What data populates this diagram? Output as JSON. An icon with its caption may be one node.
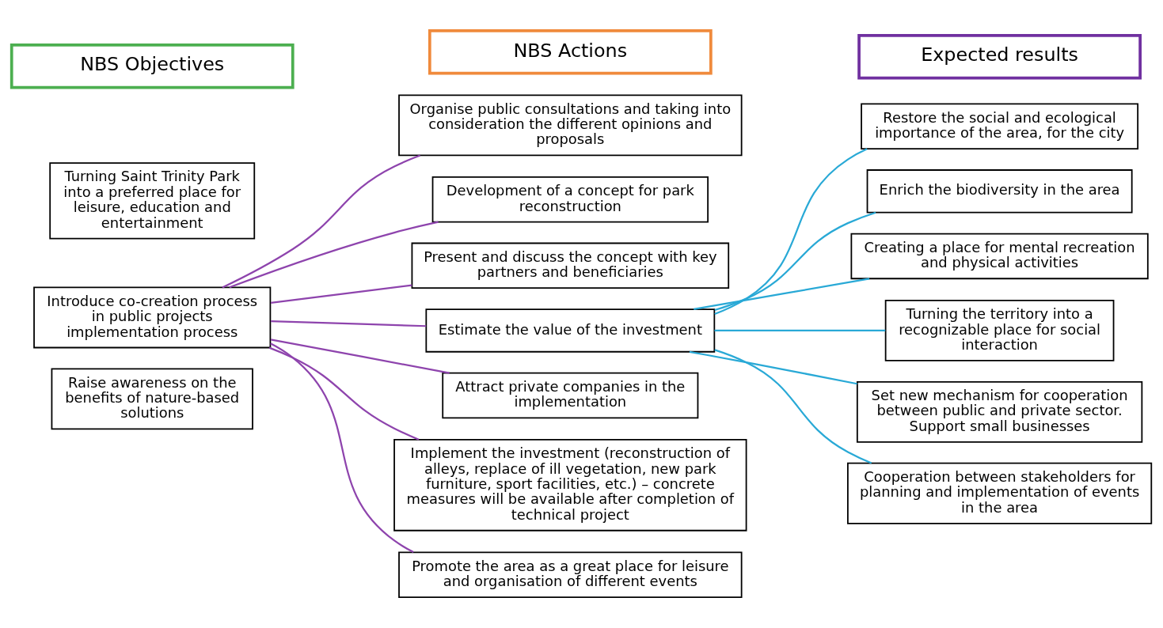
{
  "diagram": {
    "nodes": [
      {
        "text": [
          "NBS Objectives"
        ]
      },
      {
        "text": [
          "NBS Actions"
        ]
      },
      {
        "text": [
          "Expected results"
        ]
      },
      {
        "text": [
          "Turning Saint Trinity Park into a preferred place for leisure, education and entertainment"
        ]
      },
      {
        "text": [
          "Introduce co-creation process in public projects implementation process"
        ]
      },
      {
        "text": [
          "Raise awareness on the benefits of nature-based solutions"
        ]
      },
      {
        "text": [
          "Organise public consultations and taking into consideration the different opinions and proposals"
        ]
      },
      {
        "text": [
          "Development of a concept for park reconstruction"
        ]
      },
      {
        "text": [
          "Present and discuss the concept with key partners and beneficiaries"
        ]
      },
      {
        "text": [
          "Estimate the value of the investment"
        ]
      },
      {
        "text": [
          "Attract private companies in the implementation"
        ]
      },
      {
        "text": [
          "Implement the investment (reconstruction of alleys, replace of ill vegetation, new park furniture, sport facilities, etc.) – concrete measures will be available after completion of technical project"
        ]
      },
      {
        "text": [
          "Promote the area as a great place for leisure and organisation of different events"
        ]
      },
      {
        "text": [
          "Restore the social and ecological importance of the area, for the city"
        ]
      },
      {
        "text": [
          "Enrich the biodiversity in the area"
        ]
      },
      {
        "text": [
          "Creating a place for mental recreation and physical activities"
        ]
      },
      {
        "text": [
          "Turning the territory into a recognizable place for social interaction"
        ]
      },
      {
        "text": [
          "Set new mechanism for cooperation between public and private sector. Support small businesses"
        ]
      },
      {
        "text": [
          "Cooperation between stakeholders for planning and implementation of events in the area"
        ]
      }
    ],
    "edges": [
      {
        "from": 4,
        "to": 6,
        "arrow": "none",
        "color": "#8e44ad"
      },
      {
        "from": 4,
        "to": 7,
        "arrow": "none",
        "color": "#8e44ad"
      },
      {
        "from": 4,
        "to": 8,
        "arrow": "none",
        "color": "#8e44ad"
      },
      {
        "from": 4,
        "to": 9,
        "arrow": "none",
        "color": "#8e44ad"
      },
      {
        "from": 4,
        "to": 10,
        "arrow": "none",
        "color": "#8e44ad"
      },
      {
        "from": 4,
        "to": 11,
        "arrow": "none",
        "color": "#8e44ad"
      },
      {
        "from": 4,
        "to": 12,
        "arrow": "none",
        "color": "#8e44ad"
      },
      {
        "from": 9,
        "to": 13,
        "arrow": "none",
        "color": "#29a9d6"
      },
      {
        "from": 9,
        "to": 14,
        "arrow": "none",
        "color": "#29a9d6"
      },
      {
        "from": 9,
        "to": 15,
        "arrow": "none",
        "color": "#29a9d6"
      },
      {
        "from": 9,
        "to": 16,
        "arrow": "none",
        "color": "#29a9d6"
      },
      {
        "from": 9,
        "to": 17,
        "arrow": "none",
        "color": "#29a9d6"
      },
      {
        "from": 9,
        "to": 18,
        "arrow": "none",
        "color": "#29a9d6"
      }
    ]
  }
}
